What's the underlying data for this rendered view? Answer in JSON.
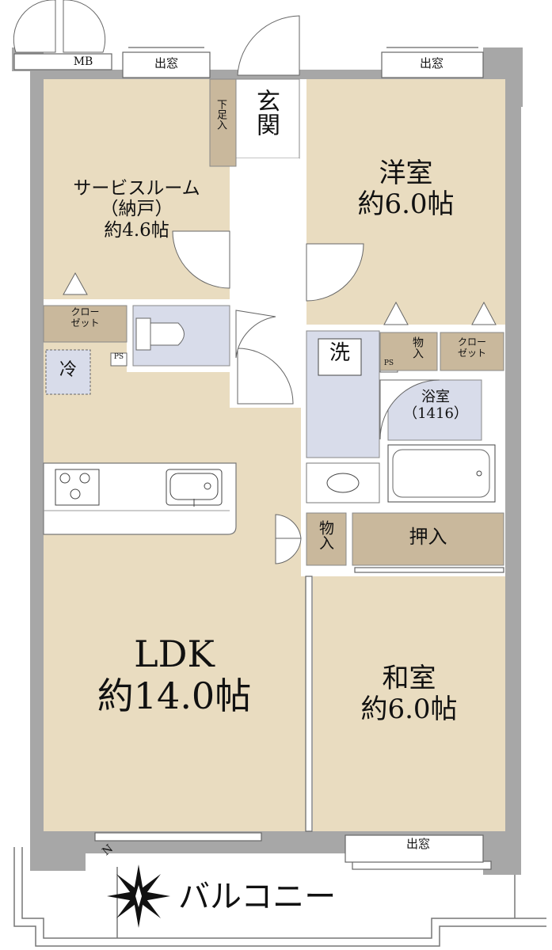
{
  "rooms": {
    "service_room": {
      "line1": "サービスルーム",
      "line2": "（納戸）",
      "line3": "約4.6帖"
    },
    "western_room": {
      "line1": "洋室",
      "line2": "約6.0帖"
    },
    "ldk": {
      "line1": "LDK",
      "line2": "約14.0帖"
    },
    "japanese_room": {
      "line1": "和室",
      "line2": "約6.0帖"
    },
    "bathroom": {
      "line1": "浴室",
      "line2": "（1416）"
    },
    "entrance": "玄関"
  },
  "labels": {
    "mb": "MB",
    "bay_window_left": "出窓",
    "bay_window_right": "出窓",
    "bay_window_bottom": "出窓",
    "shoe_storage": "下足入",
    "closet_left_1": "クロー",
    "closet_left_2": "ゼット",
    "closet_right_1": "クロー",
    "closet_right_2": "ゼット",
    "storage_1": "物入",
    "storage_2": "物入",
    "oshiire": "押入",
    "refrigerator": "冷",
    "washer": "洗",
    "ps_left": "PS",
    "ps_right": "PS",
    "balcony": "バルコニー",
    "north": "N"
  },
  "colors": {
    "wall": "#a7a7a7",
    "room_fill": "#e9dcc0",
    "storage_fill": "#c9b89c",
    "wet_fill": "#d8dcea",
    "floor_white": "#ffffff",
    "line": "#555555"
  }
}
